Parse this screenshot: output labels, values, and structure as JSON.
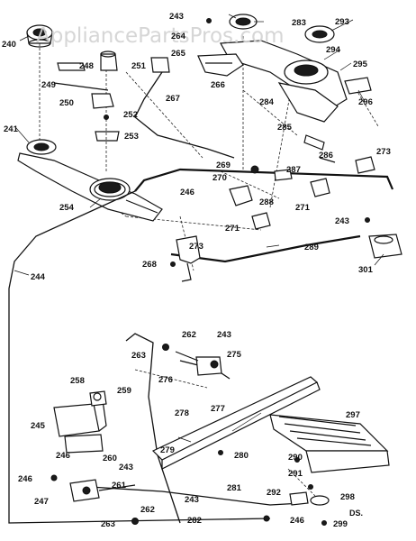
{
  "watermark": "AppliancePartsPros.com",
  "drawing_code": "DS.",
  "callouts": [
    "240",
    "241",
    "243",
    "244",
    "245",
    "246",
    "247",
    "248",
    "249",
    "250",
    "251",
    "252",
    "253",
    "254",
    "258",
    "259",
    "260",
    "261",
    "262",
    "263",
    "264",
    "265",
    "266",
    "267",
    "268",
    "269",
    "270",
    "271",
    "273",
    "275",
    "276",
    "277",
    "278",
    "279",
    "280",
    "281",
    "282",
    "283",
    "284",
    "285",
    "286",
    "287",
    "288",
    "289",
    "290",
    "291",
    "292",
    "293",
    "294",
    "295",
    "296",
    "297",
    "298",
    "299",
    "301"
  ]
}
